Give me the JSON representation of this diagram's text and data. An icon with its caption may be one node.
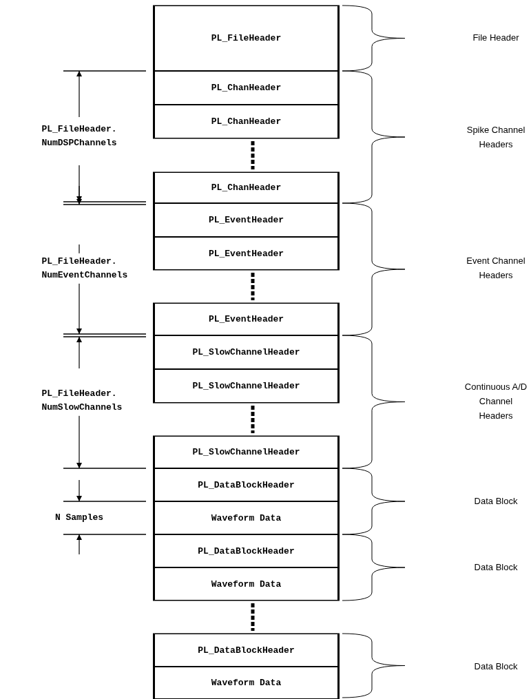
{
  "diagram": {
    "nodes": [
      {
        "text": [
          "PL_FileHeader"
        ]
      },
      {
        "text": [
          "PL_ChanHeader"
        ]
      },
      {
        "text": [
          "PL_ChanHeader"
        ]
      },
      {
        "text": [
          "PL_ChanHeader"
        ]
      },
      {
        "text": [
          "PL_EventHeader"
        ]
      },
      {
        "text": [
          "PL_EventHeader"
        ]
      },
      {
        "text": [
          "PL_EventHeader"
        ]
      },
      {
        "text": [
          "PL_SlowChannelHeader"
        ]
      },
      {
        "text": [
          "PL_SlowChannelHeader"
        ]
      },
      {
        "text": [
          "PL_SlowChannelHeader"
        ]
      },
      {
        "text": [
          "PL_DataBlockHeader"
        ]
      },
      {
        "text": [
          "Waveform Data"
        ]
      },
      {
        "text": [
          "PL_DataBlockHeader"
        ]
      },
      {
        "text": [
          "Waveform Data"
        ]
      },
      {
        "text": [
          "PL_DataBlockHeader"
        ]
      },
      {
        "text": [
          "Waveform Data"
        ]
      }
    ],
    "edges": [],
    "labels": [
      "File Header",
      "PL_FileHeader. NumDSPChannels",
      "Spike Channel Headers",
      "PL_FileHeader. NumEventChannels",
      "Event Channel Headers",
      "PL_FileHeader. NumSlowChannels",
      "Continuous A/D Channel Headers",
      "Data Block",
      "N Samples",
      "Data Block",
      "Data Block"
    ]
  }
}
